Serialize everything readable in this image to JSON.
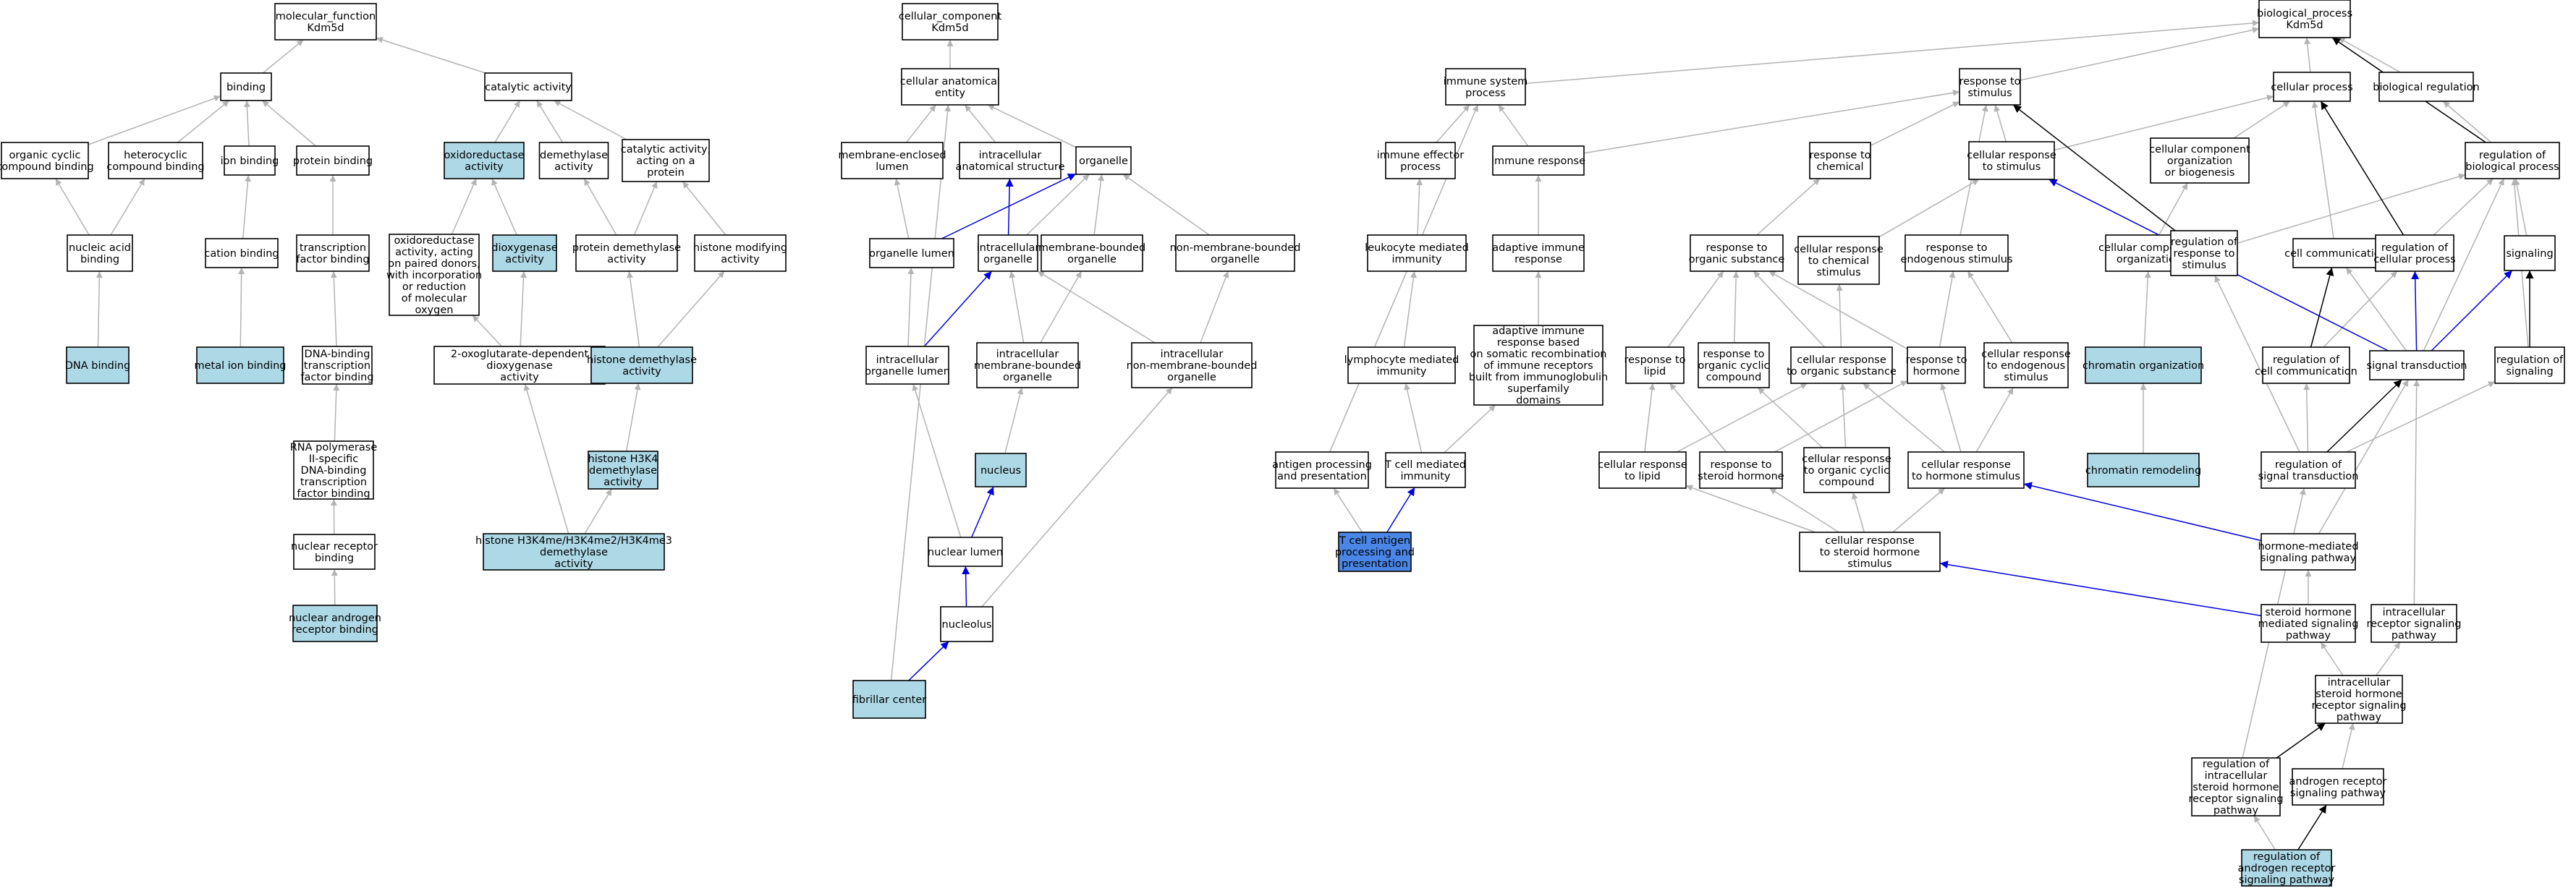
{
  "colors": {
    "default_fill": "#ffffff",
    "term_fill": "#add8e6",
    "selected_fill": "#4a86e8",
    "gray_edge": "#b3b3b3",
    "blue_edge": "#0000dd",
    "black_edge": "#000000"
  },
  "nodes": [
    {
      "id": "mf",
      "label": "molecular_function\nKdm5d",
      "fill": "default"
    },
    {
      "id": "binding",
      "label": "binding",
      "fill": "default"
    },
    {
      "id": "cat",
      "label": "catalytic activity",
      "fill": "default"
    },
    {
      "id": "ocb",
      "label": "organic cyclic\ncompound binding",
      "fill": "default"
    },
    {
      "id": "hcb",
      "label": "heterocyclic\ncompound binding",
      "fill": "default"
    },
    {
      "id": "ionb",
      "label": "ion binding",
      "fill": "default"
    },
    {
      "id": "protb",
      "label": "protein binding",
      "fill": "default"
    },
    {
      "id": "oxido",
      "label": "oxidoreductase\nactivity",
      "fill": "term"
    },
    {
      "id": "demeth",
      "label": "demethylase\nactivity",
      "fill": "default"
    },
    {
      "id": "catprot",
      "label": "catalytic activity,\nacting on a\nprotein",
      "fill": "default"
    },
    {
      "id": "nab",
      "label": "nucleic acid\nbinding",
      "fill": "default"
    },
    {
      "id": "catb",
      "label": "cation binding",
      "fill": "default"
    },
    {
      "id": "tfb",
      "label": "transcription\nfactor binding",
      "fill": "default"
    },
    {
      "id": "oxpd",
      "label": "oxidoreductase\nactivity, acting\non paired donors,\nwith incorporation\nor reduction\nof molecular\noxygen",
      "fill": "default"
    },
    {
      "id": "dioxy",
      "label": "dioxygenase\nactivity",
      "fill": "term"
    },
    {
      "id": "protdm",
      "label": "protein demethylase\nactivity",
      "fill": "default"
    },
    {
      "id": "histmod",
      "label": "histone modifying\nactivity",
      "fill": "default"
    },
    {
      "id": "dnab",
      "label": "DNA binding",
      "fill": "term"
    },
    {
      "id": "metal",
      "label": "metal ion binding",
      "fill": "term"
    },
    {
      "id": "dbtfb",
      "label": "DNA-binding\ntranscription\nfactor binding",
      "fill": "default"
    },
    {
      "id": "oxoglut",
      "label": "2-oxoglutarate-dependent\ndioxygenase\nactivity",
      "fill": "default"
    },
    {
      "id": "histdm",
      "label": "histone demethylase\nactivity",
      "fill": "term"
    },
    {
      "id": "rnapol",
      "label": "RNA polymerase\nII-specific\nDNA-binding\ntranscription\nfactor binding",
      "fill": "default"
    },
    {
      "id": "h3k4",
      "label": "histone H3K4\ndemethylase\nactivity",
      "fill": "term"
    },
    {
      "id": "h3k4me",
      "label": "histone H3K4me/H3K4me2/H3K4me3\ndemethylase\nactivity",
      "fill": "term"
    },
    {
      "id": "nrb",
      "label": "nuclear receptor\nbinding",
      "fill": "default"
    },
    {
      "id": "narb",
      "label": "nuclear androgen\nreceptor binding",
      "fill": "term"
    },
    {
      "id": "cc",
      "label": "cellular_component\nKdm5d",
      "fill": "default"
    },
    {
      "id": "cae",
      "label": "cellular anatomical\nentity",
      "fill": "default"
    },
    {
      "id": "mel",
      "label": "membrane-enclosed\nlumen",
      "fill": "default"
    },
    {
      "id": "ias",
      "label": "intracellular\nanatomical structure",
      "fill": "default"
    },
    {
      "id": "organelle",
      "label": "organelle",
      "fill": "default"
    },
    {
      "id": "olumen",
      "label": "organelle lumen",
      "fill": "default"
    },
    {
      "id": "iorg",
      "label": "intracellular\norganelle",
      "fill": "default"
    },
    {
      "id": "mbo",
      "label": "membrane-bounded\norganelle",
      "fill": "default"
    },
    {
      "id": "nmbo",
      "label": "non-membrane-bounded\norganelle",
      "fill": "default"
    },
    {
      "id": "iol",
      "label": "intracellular\norganelle lumen",
      "fill": "default"
    },
    {
      "id": "imbo",
      "label": "intracellular\nmembrane-bounded\norganelle",
      "fill": "default"
    },
    {
      "id": "inmbo",
      "label": "intracellular\nnon-membrane-bounded\norganelle",
      "fill": "default"
    },
    {
      "id": "nucleus",
      "label": "nucleus",
      "fill": "term"
    },
    {
      "id": "nlumen",
      "label": "nuclear lumen",
      "fill": "default"
    },
    {
      "id": "nucleolus",
      "label": "nucleolus",
      "fill": "default"
    },
    {
      "id": "fc",
      "label": "fibrillar center",
      "fill": "term"
    },
    {
      "id": "bp",
      "label": "biological_process\nKdm5d",
      "fill": "default"
    },
    {
      "id": "isp",
      "label": "immune system\nprocess",
      "fill": "default"
    },
    {
      "id": "rts",
      "label": "response to\nstimulus",
      "fill": "default"
    },
    {
      "id": "cp",
      "label": "cellular process",
      "fill": "default"
    },
    {
      "id": "breg",
      "label": "biological regulation",
      "fill": "default"
    },
    {
      "id": "iep",
      "label": "immune effector\nprocess",
      "fill": "default"
    },
    {
      "id": "ir",
      "label": "immune response",
      "fill": "default"
    },
    {
      "id": "rtc",
      "label": "response to\nchemical",
      "fill": "default"
    },
    {
      "id": "crts",
      "label": "cellular response\nto stimulus",
      "fill": "default"
    },
    {
      "id": "ccob",
      "label": "cellular component\norganization\nor biogenesis",
      "fill": "default"
    },
    {
      "id": "rbp",
      "label": "regulation of\nbiological process",
      "fill": "default"
    },
    {
      "id": "lmi",
      "label": "leukocyte mediated\nimmunity",
      "fill": "default"
    },
    {
      "id": "air",
      "label": "adaptive immune\nresponse",
      "fill": "default"
    },
    {
      "id": "rtos",
      "label": "response to\norganic substance",
      "fill": "default"
    },
    {
      "id": "crcs",
      "label": "cellular response\nto chemical\nstimulus",
      "fill": "default"
    },
    {
      "id": "rtes",
      "label": "response to\nendogenous stimulus",
      "fill": "default"
    },
    {
      "id": "cco",
      "label": "cellular component\norganization",
      "fill": "default"
    },
    {
      "id": "rrts",
      "label": "regulation of\nresponse to\nstimulus",
      "fill": "default"
    },
    {
      "id": "ccomm",
      "label": "cell communication",
      "fill": "default"
    },
    {
      "id": "rcp",
      "label": "regulation of\ncellular process",
      "fill": "default"
    },
    {
      "id": "signaling",
      "label": "signaling",
      "fill": "default"
    },
    {
      "id": "lymi",
      "label": "lymphocyte mediated\nimmunity",
      "fill": "default"
    },
    {
      "id": "airsr",
      "label": "adaptive immune\nresponse based\non somatic recombination\nof immune receptors\nbuilt from immunoglobulin\nsuperfamily\ndomains",
      "fill": "default"
    },
    {
      "id": "rtl",
      "label": "response to\nlipid",
      "fill": "default"
    },
    {
      "id": "rtocc",
      "label": "response to\norganic cyclic\ncompound",
      "fill": "default"
    },
    {
      "id": "crtos",
      "label": "cellular response\nto organic substance",
      "fill": "default"
    },
    {
      "id": "rth",
      "label": "response to\nhormone",
      "fill": "default"
    },
    {
      "id": "crtes",
      "label": "cellular response\nto endogenous\nstimulus",
      "fill": "default"
    },
    {
      "id": "chromorg",
      "label": "chromatin organization",
      "fill": "term"
    },
    {
      "id": "rcc",
      "label": "regulation of\ncell communication",
      "fill": "default"
    },
    {
      "id": "st",
      "label": "signal transduction",
      "fill": "default"
    },
    {
      "id": "rsig",
      "label": "regulation of\nsignaling",
      "fill": "default"
    },
    {
      "id": "app",
      "label": "antigen processing\nand presentation",
      "fill": "default"
    },
    {
      "id": "tcmi",
      "label": "T cell mediated\nimmunity",
      "fill": "default"
    },
    {
      "id": "crtl",
      "label": "cellular response\nto lipid",
      "fill": "default"
    },
    {
      "id": "rtsh",
      "label": "response to\nsteroid hormone",
      "fill": "default"
    },
    {
      "id": "crtocc",
      "label": "cellular response\nto organic cyclic\ncompound",
      "fill": "default"
    },
    {
      "id": "crths",
      "label": "cellular response\nto hormone stimulus",
      "fill": "default"
    },
    {
      "id": "chromrem",
      "label": "chromatin remodeling",
      "fill": "term"
    },
    {
      "id": "rst",
      "label": "regulation of\nsignal transduction",
      "fill": "default"
    },
    {
      "id": "tcapp",
      "label": "T cell antigen\nprocessing and\npresentation",
      "fill": "selected"
    },
    {
      "id": "hmsp",
      "label": "hormone-mediated\nsignaling pathway",
      "fill": "default"
    },
    {
      "id": "crtshs",
      "label": "cellular response\nto steroid hormone\nstimulus",
      "fill": "default"
    },
    {
      "id": "shmsp",
      "label": "steroid hormone\nmediated signaling\npathway",
      "fill": "default"
    },
    {
      "id": "irsp",
      "label": "intracellular\nreceptor signaling\npathway",
      "fill": "default"
    },
    {
      "id": "isrsp",
      "label": "intracellular\nsteroid hormone\nreceptor signaling\npathway",
      "fill": "default"
    },
    {
      "id": "risrsp",
      "label": "regulation of\nintracellular\nsteroid hormone\nreceptor signaling\npathway",
      "fill": "default"
    },
    {
      "id": "arsp",
      "label": "androgen receptor\nsignaling pathway",
      "fill": "default"
    },
    {
      "id": "rarsp",
      "label": "regulation of\nandrogen receptor\nsignaling pathway",
      "fill": "term"
    }
  ],
  "edges": [
    [
      "binding",
      "mf",
      "gray"
    ],
    [
      "cat",
      "mf",
      "gray"
    ],
    [
      "ocb",
      "binding",
      "gray"
    ],
    [
      "hcb",
      "binding",
      "gray"
    ],
    [
      "ionb",
      "binding",
      "gray"
    ],
    [
      "protb",
      "binding",
      "gray"
    ],
    [
      "oxido",
      "cat",
      "gray"
    ],
    [
      "demeth",
      "cat",
      "gray"
    ],
    [
      "catprot",
      "cat",
      "gray"
    ],
    [
      "nab",
      "ocb",
      "gray"
    ],
    [
      "nab",
      "hcb",
      "gray"
    ],
    [
      "catb",
      "ionb",
      "gray"
    ],
    [
      "tfb",
      "protb",
      "gray"
    ],
    [
      "oxpd",
      "oxido",
      "gray"
    ],
    [
      "dioxy",
      "oxido",
      "gray"
    ],
    [
      "protdm",
      "demeth",
      "gray"
    ],
    [
      "protdm",
      "catprot",
      "gray"
    ],
    [
      "histmod",
      "catprot",
      "gray"
    ],
    [
      "dnab",
      "nab",
      "gray"
    ],
    [
      "metal",
      "catb",
      "gray"
    ],
    [
      "dbtfb",
      "tfb",
      "gray"
    ],
    [
      "oxoglut",
      "oxpd",
      "gray"
    ],
    [
      "oxoglut",
      "dioxy",
      "gray"
    ],
    [
      "histdm",
      "protdm",
      "gray"
    ],
    [
      "histdm",
      "histmod",
      "gray"
    ],
    [
      "rnapol",
      "dbtfb",
      "gray"
    ],
    [
      "h3k4",
      "histdm",
      "gray"
    ],
    [
      "h3k4me",
      "oxoglut",
      "gray"
    ],
    [
      "h3k4me",
      "h3k4",
      "gray"
    ],
    [
      "nrb",
      "rnapol",
      "gray"
    ],
    [
      "narb",
      "nrb",
      "gray"
    ],
    [
      "cae",
      "cc",
      "gray"
    ],
    [
      "mel",
      "cae",
      "gray"
    ],
    [
      "ias",
      "cae",
      "gray"
    ],
    [
      "organelle",
      "cae",
      "gray"
    ],
    [
      "olumen",
      "mel",
      "gray"
    ],
    [
      "olumen",
      "organelle",
      "blue"
    ],
    [
      "iorg",
      "ias",
      "blue"
    ],
    [
      "iorg",
      "organelle",
      "gray"
    ],
    [
      "mbo",
      "organelle",
      "gray"
    ],
    [
      "nmbo",
      "organelle",
      "gray"
    ],
    [
      "iol",
      "olumen",
      "gray"
    ],
    [
      "iol",
      "iorg",
      "blue"
    ],
    [
      "imbo",
      "iorg",
      "gray"
    ],
    [
      "imbo",
      "mbo",
      "gray"
    ],
    [
      "inmbo",
      "iorg",
      "gray"
    ],
    [
      "inmbo",
      "nmbo",
      "gray"
    ],
    [
      "nucleus",
      "imbo",
      "gray"
    ],
    [
      "nlumen",
      "iol",
      "gray"
    ],
    [
      "nlumen",
      "nucleus",
      "blue"
    ],
    [
      "nucleolus",
      "nlumen",
      "blue"
    ],
    [
      "nucleolus",
      "inmbo",
      "gray"
    ],
    [
      "fc",
      "nucleolus",
      "blue"
    ],
    [
      "fc",
      "cae",
      "gray"
    ],
    [
      "isp",
      "bp",
      "gray"
    ],
    [
      "rts",
      "bp",
      "gray"
    ],
    [
      "cp",
      "bp",
      "gray"
    ],
    [
      "breg",
      "bp",
      "gray"
    ],
    [
      "rbp",
      "bp",
      "black"
    ],
    [
      "iep",
      "isp",
      "gray"
    ],
    [
      "ir",
      "isp",
      "gray"
    ],
    [
      "ir",
      "rts",
      "gray"
    ],
    [
      "rtc",
      "rts",
      "gray"
    ],
    [
      "crts",
      "rts",
      "gray"
    ],
    [
      "crts",
      "cp",
      "gray"
    ],
    [
      "ccob",
      "cp",
      "gray"
    ],
    [
      "rbp",
      "breg",
      "gray"
    ],
    [
      "lmi",
      "iep",
      "gray"
    ],
    [
      "air",
      "ir",
      "gray"
    ],
    [
      "rtos",
      "rtc",
      "gray"
    ],
    [
      "crcs",
      "crts",
      "gray"
    ],
    [
      "rtes",
      "rts",
      "gray"
    ],
    [
      "cco",
      "ccob",
      "gray"
    ],
    [
      "rrts",
      "rts",
      "black"
    ],
    [
      "rrts",
      "rbp",
      "gray"
    ],
    [
      "ccomm",
      "cp",
      "gray"
    ],
    [
      "rcp",
      "cp",
      "black"
    ],
    [
      "rcp",
      "rbp",
      "gray"
    ],
    [
      "signaling",
      "rbp",
      "gray"
    ],
    [
      "lymi",
      "lmi",
      "gray"
    ],
    [
      "airsr",
      "air",
      "gray"
    ],
    [
      "rtl",
      "rtos",
      "gray"
    ],
    [
      "rtocc",
      "rtos",
      "gray"
    ],
    [
      "crtos",
      "rtos",
      "gray"
    ],
    [
      "crtos",
      "crcs",
      "gray"
    ],
    [
      "rth",
      "rtes",
      "gray"
    ],
    [
      "rth",
      "rtos",
      "gray"
    ],
    [
      "crtes",
      "rtes",
      "gray"
    ],
    [
      "chromorg",
      "cco",
      "gray"
    ],
    [
      "rcc",
      "ccomm",
      "black"
    ],
    [
      "rcc",
      "rcp",
      "gray"
    ],
    [
      "st",
      "crts",
      "blue"
    ],
    [
      "st",
      "ccomm",
      "gray"
    ],
    [
      "st",
      "rcp",
      "blue"
    ],
    [
      "st",
      "signaling",
      "blue"
    ],
    [
      "st",
      "rbp",
      "gray"
    ],
    [
      "rsig",
      "signaling",
      "black"
    ],
    [
      "rsig",
      "rbp",
      "gray"
    ],
    [
      "app",
      "isp",
      "gray"
    ],
    [
      "tcmi",
      "lymi",
      "gray"
    ],
    [
      "tcmi",
      "airsr",
      "gray"
    ],
    [
      "crtl",
      "rtl",
      "gray"
    ],
    [
      "crtl",
      "crtos",
      "gray"
    ],
    [
      "rtsh",
      "rtl",
      "gray"
    ],
    [
      "rtsh",
      "rth",
      "gray"
    ],
    [
      "crtocc",
      "rtocc",
      "gray"
    ],
    [
      "crtocc",
      "crtos",
      "gray"
    ],
    [
      "crths",
      "rth",
      "gray"
    ],
    [
      "crths",
      "crtes",
      "gray"
    ],
    [
      "crths",
      "crtos",
      "gray"
    ],
    [
      "chromrem",
      "chromorg",
      "gray"
    ],
    [
      "rst",
      "rcc",
      "gray"
    ],
    [
      "rst",
      "st",
      "black"
    ],
    [
      "rst",
      "rsig",
      "gray"
    ],
    [
      "rst",
      "rrts",
      "gray"
    ],
    [
      "tcapp",
      "app",
      "gray"
    ],
    [
      "tcapp",
      "tcmi",
      "blue"
    ],
    [
      "hmsp",
      "st",
      "gray"
    ],
    [
      "hmsp",
      "crths",
      "blue"
    ],
    [
      "crtshs",
      "crtl",
      "gray"
    ],
    [
      "crtshs",
      "rtsh",
      "gray"
    ],
    [
      "crtshs",
      "crtocc",
      "gray"
    ],
    [
      "crtshs",
      "crths",
      "gray"
    ],
    [
      "shmsp",
      "hmsp",
      "gray"
    ],
    [
      "shmsp",
      "crtshs",
      "blue"
    ],
    [
      "irsp",
      "st",
      "gray"
    ],
    [
      "isrsp",
      "shmsp",
      "gray"
    ],
    [
      "isrsp",
      "irsp",
      "gray"
    ],
    [
      "risrsp",
      "isrsp",
      "black"
    ],
    [
      "risrsp",
      "rst",
      "gray"
    ],
    [
      "arsp",
      "isrsp",
      "gray"
    ],
    [
      "rarsp",
      "risrsp",
      "gray"
    ],
    [
      "rarsp",
      "arsp",
      "black"
    ]
  ]
}
